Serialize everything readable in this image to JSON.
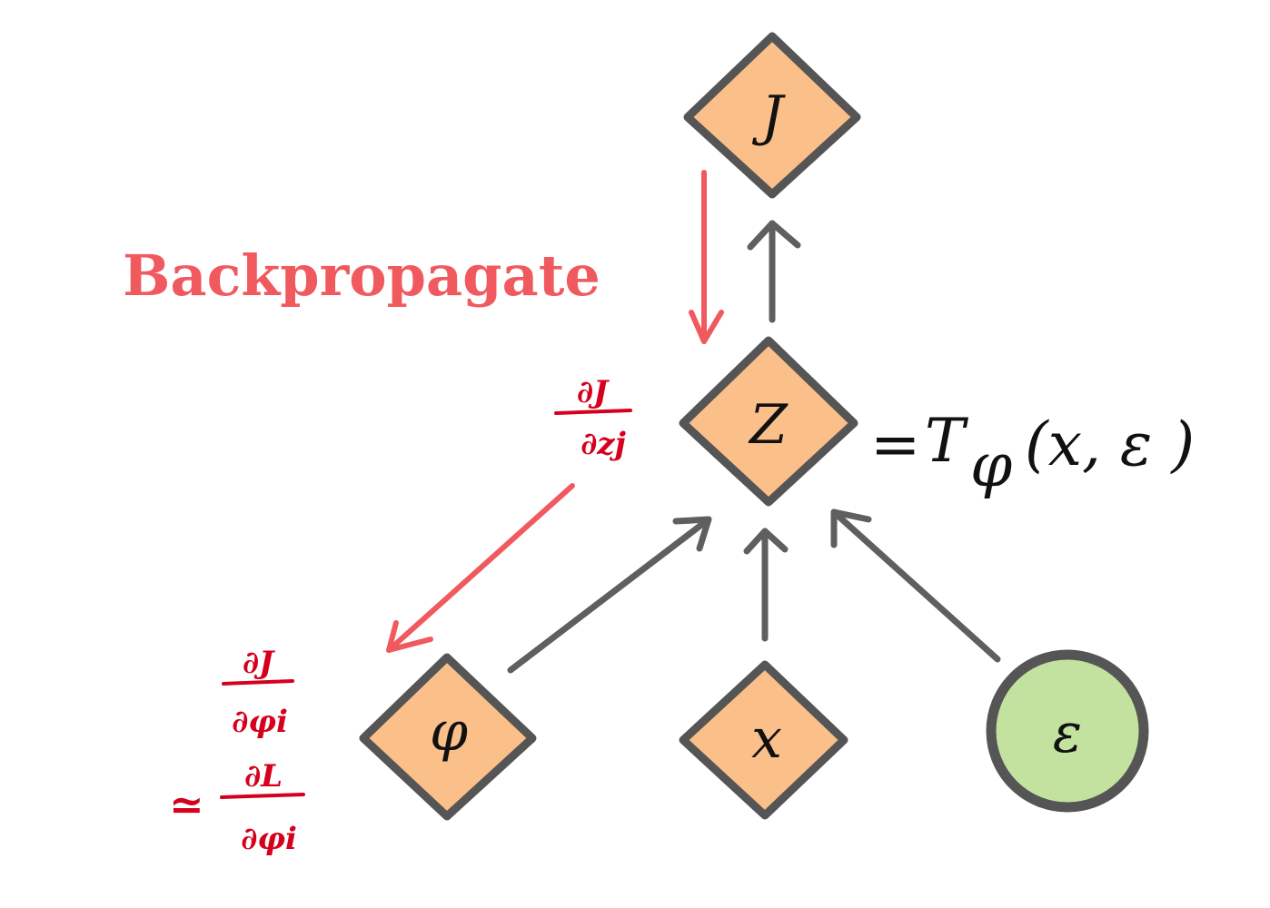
{
  "title": "Backpropagate",
  "colors": {
    "node_fill": "#fbbf8a",
    "node_stroke": "#555555",
    "noise_fill": "#c3e2a0",
    "forward_arrow": "#5f5f5f",
    "backward_arrow": "#f05a5f",
    "grad_text": "#d5001c",
    "title": "#f05a5f"
  },
  "nodes": {
    "objective": {
      "label": "J",
      "shape": "diamond"
    },
    "z": {
      "label": "Z",
      "shape": "diamond"
    },
    "phi": {
      "label": "φ",
      "shape": "diamond"
    },
    "x": {
      "label": "x",
      "shape": "diamond"
    },
    "epsilon": {
      "label": "ε",
      "shape": "circle"
    }
  },
  "formula": "= Tφ (x, ε )",
  "formula_parts": {
    "eq": "=",
    "T": "T",
    "sub": "φ",
    "args": "(x, ε )"
  },
  "gradients": {
    "dJ_dz": {
      "num": "∂J",
      "den": "∂zj"
    },
    "dJ_dphi": {
      "num": "∂J",
      "den": "∂φi"
    },
    "approx": "≃",
    "dL_dphi": {
      "num": "∂L",
      "den": "∂φi"
    }
  }
}
